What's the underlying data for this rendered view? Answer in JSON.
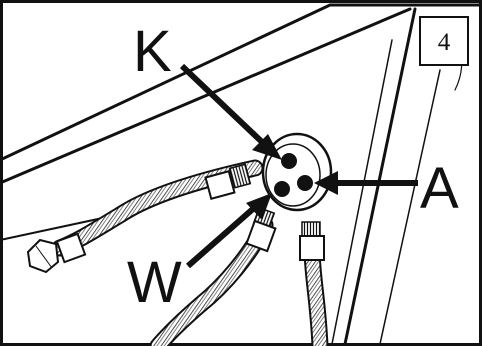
{
  "figure": {
    "step_number": "4",
    "callouts": {
      "k": "K",
      "a": "A",
      "w": "W"
    }
  },
  "colors": {
    "ink": "#111111",
    "paper": "#ffffff"
  }
}
